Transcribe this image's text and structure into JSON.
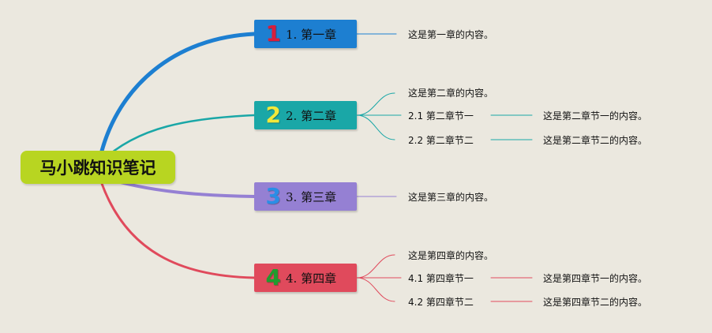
{
  "root": {
    "label": "马小跳知识笔记",
    "color": "#b8d521"
  },
  "chapters": [
    {
      "number": "1",
      "number_color": "#d81e3c",
      "label": "1. 第一章",
      "color": "#1d7fd1",
      "content": "这是第一章的内容。",
      "sections": []
    },
    {
      "number": "2",
      "number_color": "#f1e83a",
      "label": "2. 第二章",
      "color": "#1aa7a7",
      "content": "这是第二章的内容。",
      "sections": [
        {
          "label": "2.1 第二章节一",
          "content": "这是第二章节一的内容。"
        },
        {
          "label": "2.2 第二章节二",
          "content": "这是第二章节二的内容。"
        }
      ]
    },
    {
      "number": "3",
      "number_color": "#2a8ee6",
      "label": "3. 第三章",
      "color": "#9580d3",
      "content": "这是第三章的内容。",
      "sections": []
    },
    {
      "number": "4",
      "number_color": "#1f9d2e",
      "label": "4. 第四章",
      "color": "#e04a5c",
      "content": "这是第四章的内容。",
      "sections": [
        {
          "label": "4.1 第四章节一",
          "content": "这是第四章节一的内容。"
        },
        {
          "label": "4.2 第四章节二",
          "content": "这是第四章节二的内容。"
        }
      ]
    }
  ]
}
